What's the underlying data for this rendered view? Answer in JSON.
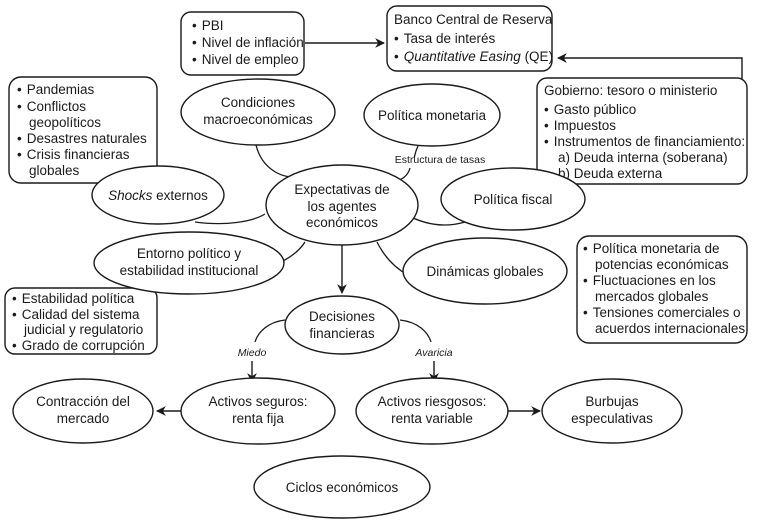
{
  "boxes": {
    "indicators": {
      "items": [
        "PBI",
        "Nivel de inflación",
        "Nivel de empleo"
      ]
    },
    "central_bank": {
      "title": "Banco Central de Reserva",
      "items": [
        "Tasa de interés"
      ],
      "qe_italic": "Quantitative Easing",
      "qe_suffix": " (QE)"
    },
    "government": {
      "title": "Gobierno: tesoro o ministerio",
      "items": [
        "Gasto público",
        "Impuestos",
        "Instrumentos de financiamiento:"
      ],
      "subitems": [
        "a)  Deuda interna (soberana)",
        "b)  Deuda externa"
      ]
    },
    "shocks_list": {
      "lines": [
        "Pandemias",
        "Conflictos",
        "geopolíticos",
        "Desastres naturales",
        "Crisis financieras",
        "globales"
      ]
    },
    "political_list": {
      "lines": [
        "Estabilidad política",
        "Calidad del sistema",
        "judicial y regulatorio",
        "Grado de corrupción"
      ]
    },
    "global_list": {
      "lines": [
        "Política monetaria de",
        "potencias económicas",
        "Fluctuaciones en los",
        "mercados globales",
        "Tensiones comerciales o",
        "acuerdos internacionales"
      ]
    }
  },
  "nodes": {
    "macro": [
      "Condiciones",
      "macroeconómicas"
    ],
    "monetary": [
      "Política monetaria"
    ],
    "shocks_italic": "Shocks",
    "shocks_rest": " externos",
    "expectations": [
      "Expectativas de",
      "los agentes",
      "económicos"
    ],
    "fiscal": [
      "Política fiscal"
    ],
    "political": [
      "Entorno político y",
      "estabilidad institucional"
    ],
    "global": [
      "Dinámicas globales"
    ],
    "decisions": [
      "Decisiones",
      "financieras"
    ],
    "safe": [
      "Activos seguros:",
      "renta fija"
    ],
    "risky": [
      "Activos riesgosos:",
      "renta variable"
    ],
    "contraction": [
      "Contracción del",
      "mercado"
    ],
    "bubbles": [
      "Burbujas",
      "especulativas"
    ],
    "cycles": [
      "Ciclos económicos"
    ]
  },
  "edge_labels": {
    "rates": "Estructura de tasas",
    "fear": "Miedo",
    "greed": "Avaricia"
  },
  "bullet": "•"
}
